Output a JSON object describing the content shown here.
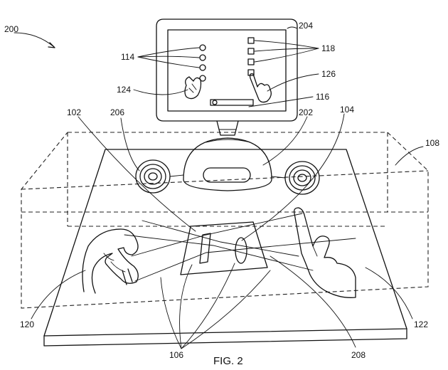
{
  "figure": {
    "caption": "FIG. 2",
    "labels": {
      "l200": "200",
      "l204": "204",
      "l114": "114",
      "l118": "118",
      "l124": "124",
      "l126": "126",
      "l116": "116",
      "l102": "102",
      "l206": "206",
      "l202": "202",
      "l104": "104",
      "l108": "108",
      "l120": "120",
      "l122": "122",
      "l106": "106",
      "l208": "208"
    }
  }
}
